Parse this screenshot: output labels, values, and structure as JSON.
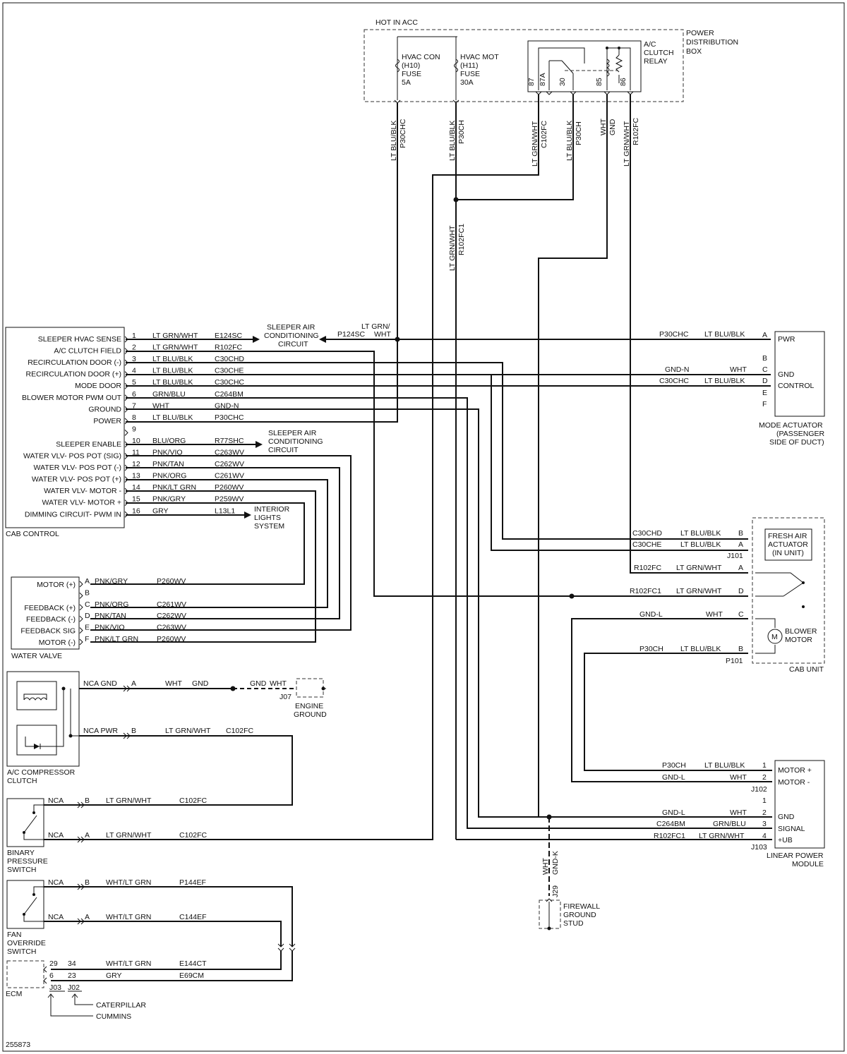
{
  "figure_id": "255873",
  "pdb": {
    "hot_label": "HOT IN ACC",
    "title": [
      "POWER",
      "DISTRIBUTION",
      "BOX"
    ],
    "fuse1": [
      "HVAC CON",
      "(H10)",
      "FUSE",
      "5A"
    ],
    "fuse2": [
      "HVAC MOT",
      "(H11)",
      "FUSE",
      "30A"
    ],
    "relay": [
      "A/C",
      "CLUTCH",
      "RELAY"
    ],
    "relay_pins": [
      "87",
      "87A",
      "30",
      "85",
      "86"
    ]
  },
  "vwires": [
    {
      "c": "LT BLU/BLK",
      "n": "P30CHC"
    },
    {
      "c": "LT BLU/BLK",
      "n": "P30CH"
    },
    {
      "c": "LT GRN/WHT",
      "n": "C102FC"
    },
    {
      "c": "LT BLU/BLK",
      "n": "P30CH"
    },
    {
      "c": "WHT",
      "n": "GND"
    },
    {
      "c": "LT GRN/WHT",
      "n": "R102FC"
    }
  ],
  "vwire_mid": {
    "c": "LT GRN/WHT",
    "n": "R102FC1"
  },
  "cab_control": {
    "title": "CAB CONTROL",
    "pins": [
      {
        "label": "SLEEPER HVAC SENSE",
        "num": "1",
        "c": "LT GRN/WHT",
        "n": "E124SC"
      },
      {
        "label": "A/C CLUTCH FIELD",
        "num": "2",
        "c": "LT GRN/WHT",
        "n": "R102FC"
      },
      {
        "label": "RECIRCULATION DOOR (-)",
        "num": "3",
        "c": "LT BLU/BLK",
        "n": "C30CHD"
      },
      {
        "label": "RECIRCULATION DOOR (+)",
        "num": "4",
        "c": "LT BLU/BLK",
        "n": "C30CHE"
      },
      {
        "label": "MODE DOOR",
        "num": "5",
        "c": "LT BLU/BLK",
        "n": "C30CHC"
      },
      {
        "label": "BLOWER MOTOR PWM OUT",
        "num": "6",
        "c": "GRN/BLU",
        "n": "C264BM"
      },
      {
        "label": "GROUND",
        "num": "7",
        "c": "WHT",
        "n": "GND-N"
      },
      {
        "label": "POWER",
        "num": "8",
        "c": "LT BLU/BLK",
        "n": "P30CHC"
      },
      {
        "label": "",
        "num": "9",
        "c": "",
        "n": ""
      },
      {
        "label": "SLEEPER ENABLE",
        "num": "10",
        "c": "BLU/ORG",
        "n": "R77SHC"
      },
      {
        "label": "WATER VLV- POS POT (SIG)",
        "num": "11",
        "c": "PNK/VIO",
        "n": "C263WV"
      },
      {
        "label": "WATER VLV- POS POT (-)",
        "num": "12",
        "c": "PNK/TAN",
        "n": "C262WV"
      },
      {
        "label": "WATER VLV- POS POT (+)",
        "num": "13",
        "c": "PNK/ORG",
        "n": "C261WV"
      },
      {
        "label": "WATER VLV- MOTOR -",
        "num": "14",
        "c": "PNK/LT GRN",
        "n": "P260WV"
      },
      {
        "label": "WATER VLV- MOTOR +",
        "num": "15",
        "c": "PNK/GRY",
        "n": "P259WV"
      },
      {
        "label": "DIMMING CIRCUIT- PWM IN",
        "num": "16",
        "c": "GRY",
        "n": "L13L1"
      }
    ]
  },
  "sleeper_ac": {
    "box": [
      "SLEEPER AIR",
      "CONDITIONING",
      "CIRCUIT"
    ],
    "net": "P124SC",
    "color": [
      "LT GRN/",
      "WHT"
    ],
    "box2": [
      "SLEEPER AIR",
      "CONDITIONING",
      "CIRCUIT"
    ]
  },
  "interior_lights": [
    "INTERIOR",
    "LIGHTS",
    "SYSTEM"
  ],
  "mode_actuator": {
    "title": [
      "MODE ACTUATOR",
      "(PASSENGER",
      "SIDE OF DUCT)"
    ],
    "pins": [
      "A",
      "B",
      "C",
      "D",
      "E",
      "F"
    ],
    "labels": [
      "PWR",
      "GND",
      "CONTROL"
    ],
    "wires": [
      {
        "n": "P30CHC",
        "c": "LT BLU/BLK"
      },
      {
        "n": "GND-N",
        "c": "WHT"
      },
      {
        "n": "C30CHC",
        "c": "LT BLU/BLK"
      }
    ]
  },
  "cab_unit": {
    "title": "CAB UNIT",
    "fresh_air": [
      "FRESH AIR",
      "ACTUATOR",
      "(IN UNIT)"
    ],
    "blower": [
      "BLOWER",
      "MOTOR"
    ],
    "j101": "J101",
    "p101": "P101",
    "motor_symbol": "M",
    "wires": [
      {
        "n": "C30CHD",
        "c": "LT BLU/BLK",
        "p": "B"
      },
      {
        "n": "C30CHE",
        "c": "LT BLU/BLK",
        "p": "A"
      },
      {
        "n": "R102FC",
        "c": "LT GRN/WHT",
        "p": "A"
      },
      {
        "n": "R102FC1",
        "c": "LT GRN/WHT",
        "p": "D"
      },
      {
        "n": "GND-L",
        "c": "WHT",
        "p": "C"
      },
      {
        "n": "P30CH",
        "c": "LT BLU/BLK",
        "p": "B"
      }
    ]
  },
  "water_valve": {
    "title": "WATER VALVE",
    "pins": [
      {
        "label": "MOTOR (+)",
        "p": "A",
        "c": "PNK/GRY",
        "n": "P260WV"
      },
      {
        "label": "",
        "p": "B",
        "c": "",
        "n": ""
      },
      {
        "label": "FEEDBACK (+)",
        "p": "C",
        "c": "PNK/ORG",
        "n": "C261WV"
      },
      {
        "label": "FEEDBACK (-)",
        "p": "D",
        "c": "PNK/TAN",
        "n": "C262WV"
      },
      {
        "label": "FEEDBACK SIG",
        "p": "E",
        "c": "PNK/VIO",
        "n": "C263WV"
      },
      {
        "label": "MOTOR (-)",
        "p": "F",
        "c": "PNK/LT GRN",
        "n": "P260WV"
      }
    ]
  },
  "compressor": {
    "title": [
      "A/C COMPRESSOR",
      "CLUTCH"
    ],
    "gnd": {
      "nca": "NCA  GND",
      "p": "A",
      "c": "WHT",
      "n": "GND",
      "n2": "GND",
      "c2": "WHT"
    },
    "pwr": {
      "nca": "NCA PWR",
      "p": "B",
      "c": "LT GRN/WHT",
      "n": "C102FC"
    },
    "j07": "J07",
    "engine_ground": [
      "ENGINE",
      "GROUND"
    ]
  },
  "binary_switch": {
    "title": [
      "BINARY",
      "PRESSURE",
      "SWITCH"
    ],
    "rows": [
      {
        "nca": "NCA",
        "p": "B",
        "c": "LT GRN/WHT",
        "n": "C102FC"
      },
      {
        "nca": "NCA",
        "p": "A",
        "c": "LT GRN/WHT",
        "n": "C102FC"
      }
    ]
  },
  "fan_override": {
    "title": [
      "FAN",
      "OVERRIDE",
      "SWITCH"
    ],
    "rows": [
      {
        "nca": "NCA",
        "p": "B",
        "c": "WHT/LT GRN",
        "n": "P144EF"
      },
      {
        "nca": "NCA",
        "p": "A",
        "c": "WHT/LT GRN",
        "n": "C144EF"
      }
    ]
  },
  "ecm": {
    "title": "ECM",
    "rows": [
      {
        "p1": "29",
        "p2": "34",
        "c": "WHT/LT GRN",
        "n": "E144CT"
      },
      {
        "p1": "6",
        "p2": "23",
        "c": "GRY",
        "n": "E69CM"
      }
    ],
    "j03": "J03",
    "j02": "J02",
    "caterpillar": "CATERPILLAR",
    "cummins": "CUMMINS"
  },
  "lpm": {
    "title": [
      "LINEAR POWER",
      "MODULE"
    ],
    "j102": "J102",
    "j103": "J103",
    "labels": [
      "MOTOR +",
      "MOTOR -",
      "GND",
      "SIGNAL",
      "+UB"
    ],
    "pins": [
      "1",
      "2",
      "1",
      "2",
      "3",
      "4"
    ],
    "wires": [
      {
        "n": "P30CH",
        "c": "LT BLU/BLK"
      },
      {
        "n": "GND-L",
        "c": "WHT"
      },
      {
        "n": "GND-L",
        "c": "WHT"
      },
      {
        "n": "C264BM",
        "c": "GRN/BLU"
      },
      {
        "n": "R102FC1",
        "c": "LT GRN/WHT"
      }
    ]
  },
  "firewall": {
    "wire": [
      "WHT",
      "GND-K"
    ],
    "j29": "J29",
    "label": [
      "FIREWALL",
      "GROUND",
      "STUD"
    ]
  }
}
